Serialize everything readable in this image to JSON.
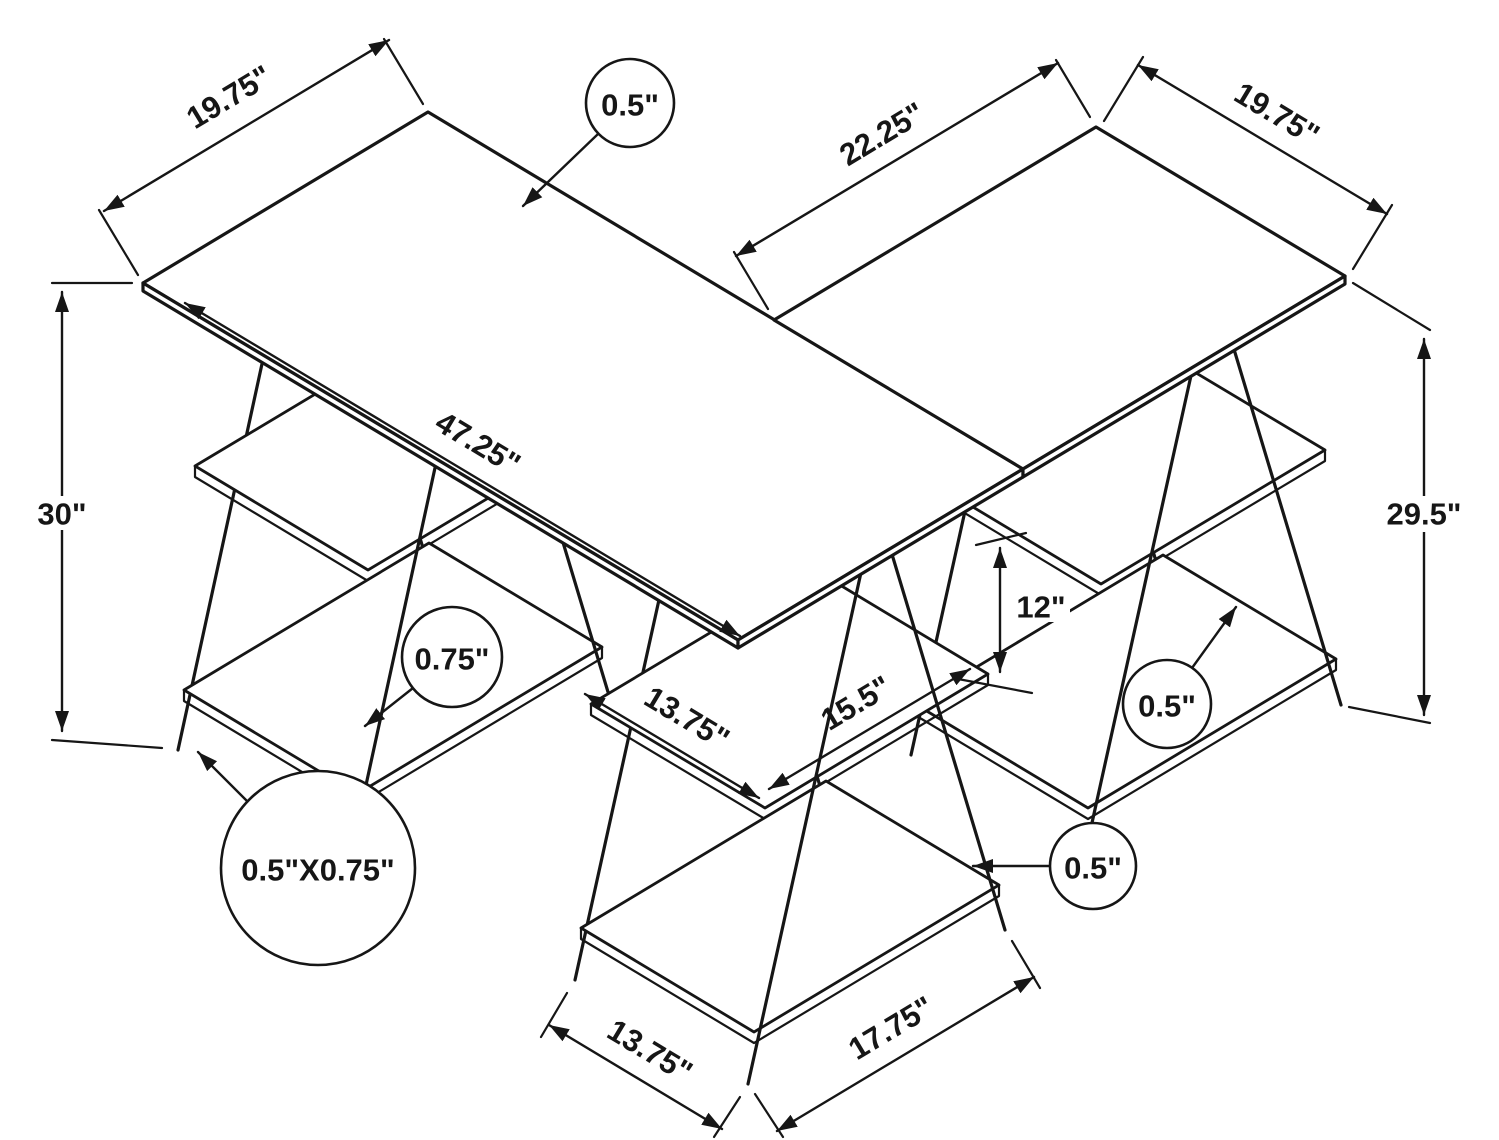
{
  "diagram": {
    "kind": "furniture-dimension-drawing",
    "subject": "l-shaped-trestle-desk",
    "units": "inches",
    "line_color": "#161616",
    "background": "#ffffff"
  },
  "dims": {
    "left_top_depth": "19.75\"",
    "top_thickness": "0.5\"",
    "right_top_run": "22.25\"",
    "right_top_depth": "19.75\"",
    "left_top_length": "47.25\"",
    "overall_height": "30\"",
    "right_height": "29.5\"",
    "desk_to_shelf": "12\"",
    "frame_tube_width": "0.75\"",
    "mid_shelf_width": "13.75\"",
    "mid_shelf_depth": "15.5\"",
    "right_shelf_thickness": "0.5\"",
    "frame_tube_profile": "0.5\"X0.75\"",
    "bottom_shelf_thickness": "0.5\"",
    "foot_span_front": "13.75\"",
    "foot_span_side": "17.75\""
  }
}
